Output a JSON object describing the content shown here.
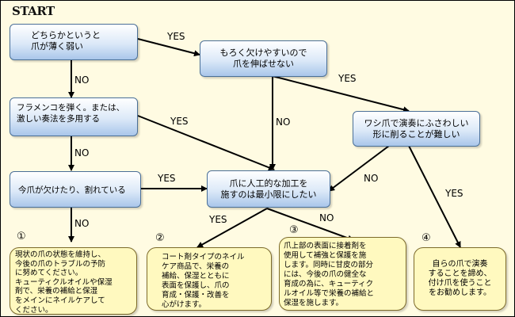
{
  "start_label": "START",
  "questions": {
    "q1": [
      "どちらかというと",
      "爪が薄く弱い"
    ],
    "q2": [
      "フラメンコを弾く。または、",
      "激しい奏法を多用する"
    ],
    "q3": [
      "今爪が欠けたり、割れている"
    ],
    "q4": [
      "もろく欠けやすいので",
      "爪を伸ばせない"
    ],
    "q5": [
      "ワシ爪で演奏にふさわしい",
      "形に削ることが難しい"
    ],
    "center": [
      "爪に人工的な加工を",
      "施すのは最小限にしたい"
    ]
  },
  "edge_labels": {
    "q1_yes": "YES",
    "q1_no": "NO",
    "q2_yes": "YES",
    "q2_no": "NO",
    "q3_yes": "YES",
    "q3_no": "NO",
    "q4_yes": "YES",
    "q4_no": "NO",
    "q5_yes": "YES",
    "q5_no": "NO",
    "center_yes": "YES",
    "center_no": "NO"
  },
  "results": [
    {
      "number": "①",
      "lines": [
        "現状の爪の状態を維持し、",
        "今後の爪のトラブルの予防",
        "に努めてください。",
        "キューティクルオイルや保湿",
        "剤で、栄養の補給と保湿",
        "をメインにネイルケアして",
        "ください。"
      ]
    },
    {
      "number": "②",
      "lines": [
        "コート剤タイプのネイル",
        "ケア商品で、栄養の",
        "補給、保湿とともに",
        "表面を保護し、爪の",
        "育成・保護・改善を",
        "心がけます。"
      ]
    },
    {
      "number": "③",
      "lines": [
        "爪上部の表面に接着剤を",
        "使用して補強と保護を施",
        "します。同時に甘皮の部分",
        "には、今後の爪の健全な",
        "育成の為に、キューティク",
        "ルオイル等で栄養の補給と",
        "保湿を施します。"
      ]
    },
    {
      "number": "④",
      "lines": [
        "自らの爪で演奏",
        "することを諦め、",
        "付け爪を使うこと",
        "をお勧めします。"
      ]
    }
  ]
}
